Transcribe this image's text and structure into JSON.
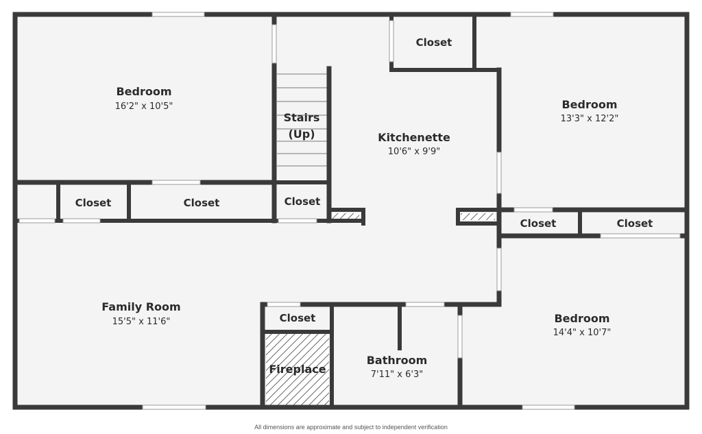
{
  "colors": {
    "wall": "#3a3a3a",
    "floor": "#f4f4f4",
    "window": "#ffffff",
    "hatch": "#666666"
  },
  "rooms": {
    "bedroom_tl": {
      "name": "Bedroom",
      "dim": "16'2\" x 10'5\""
    },
    "stairs": {
      "line1": "Stairs",
      "line2": "(Up)"
    },
    "kitchenette": {
      "name": "Kitchenette",
      "dim": "10'6\" x 9'9\""
    },
    "bedroom_tr": {
      "name": "Bedroom",
      "dim": "13'3\" x 12'2\""
    },
    "family_room": {
      "name": "Family Room",
      "dim": "15'5\" x 11'6\""
    },
    "bathroom": {
      "name": "Bathroom",
      "dim": "7'11\" x 6'3\""
    },
    "bedroom_br": {
      "name": "Bedroom",
      "dim": "14'4\" x 10'7\""
    },
    "fireplace": {
      "name": "Fireplace"
    }
  },
  "closets": {
    "top": "Closet",
    "left_small": "Closet",
    "left_wide": "Closet",
    "stairs": "Closet",
    "right_a": "Closet",
    "right_b": "Closet",
    "fireplace": "Closet"
  },
  "footer": {
    "disclaimer": "All dimensions are approximate and subject to independent verification"
  }
}
